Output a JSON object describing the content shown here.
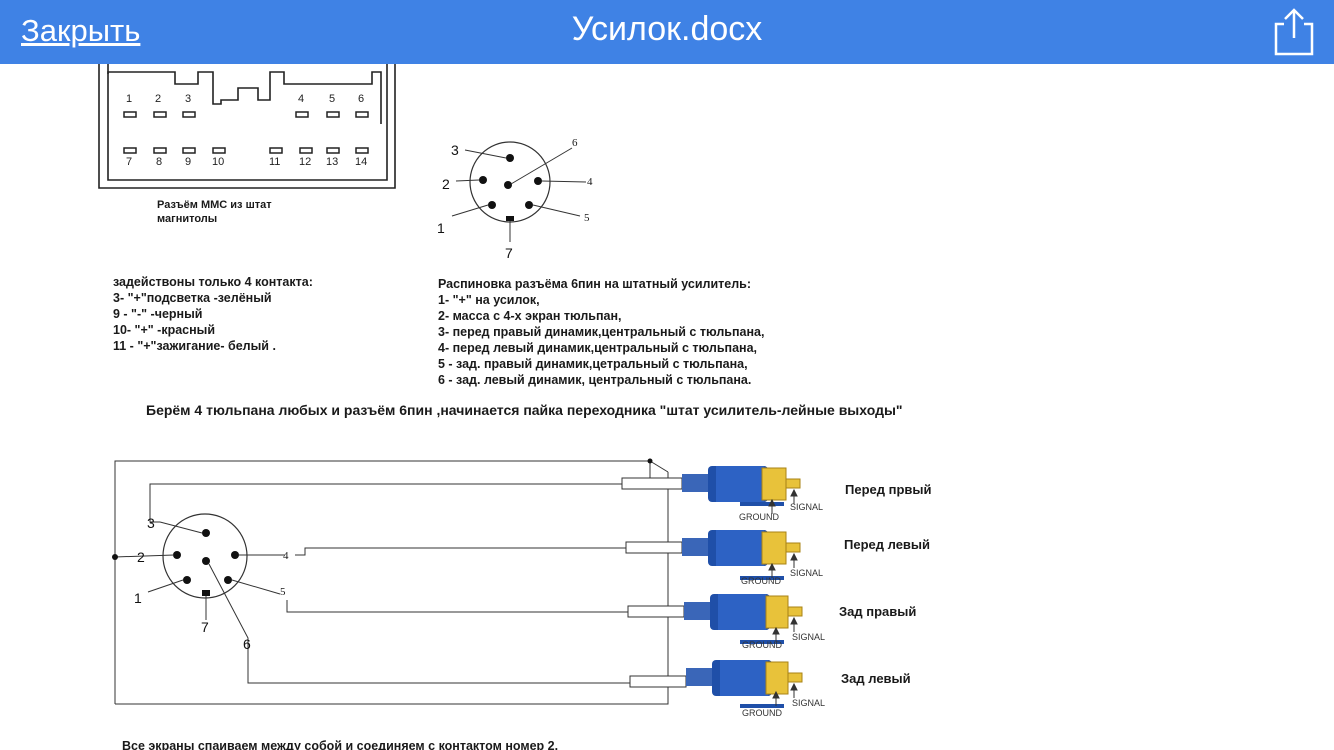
{
  "topbar": {
    "close_label": "Закрыть",
    "title": "Усилок.docx",
    "share_icon": "share-icon"
  },
  "connector_mmc": {
    "pins_top": [
      "1",
      "2",
      "3",
      "4",
      "5",
      "6"
    ],
    "pins_bottom": [
      "7",
      "8",
      "9",
      "10",
      "11",
      "12",
      "13",
      "14"
    ],
    "caption_line1": "Разъём ММС из штат",
    "caption_line2": "магнитолы"
  },
  "connector_6pin": {
    "pin_labels": [
      "1",
      "2",
      "3",
      "4",
      "5",
      "6",
      "7"
    ]
  },
  "contacts_text": {
    "title": "задействоны только 4 контакта:",
    "lines": [
      "3- \"+\"подсветка -зелёный",
      "9 - \"-\" -черный",
      "10- \"+\" -красный",
      "11 - \"+\"зажигание- белый ."
    ]
  },
  "pinout_text": {
    "title": "Распиновка разъёма 6пин на штатный усилитель:",
    "lines": [
      "1- \"+\" на усилок,",
      "2- масса с 4-х экран тюльпан,",
      "3- перед правый динамик,центральный с тюльпана,",
      "4- перед левый динамик,центральный с тюльпана,",
      "5 - зад. правый динамик,цетральный с тюльпана,",
      "6 - зад. левый динамик, центральный с тюльпана."
    ]
  },
  "heading": "Берём 4 тюльпана любых и разъём 6пин ,начинается пайка переходника \"штат усилитель-лейные выходы\"",
  "wiring": {
    "pin_labels": [
      "1",
      "2",
      "3",
      "4",
      "5",
      "6",
      "7"
    ],
    "rca_labels": {
      "ground": "GROUND",
      "signal": "SIGNAL"
    },
    "channels": [
      "Перед првый",
      "Перед левый",
      "Зад правый",
      "Зад левый"
    ]
  },
  "footer_note": "Все экраны спаиваем между собой и соединяем с контактом номер 2.",
  "colors": {
    "topbar": "#3f82e5",
    "rca_body": "#1f4fa8",
    "rca_gold": "#e8c23a"
  }
}
